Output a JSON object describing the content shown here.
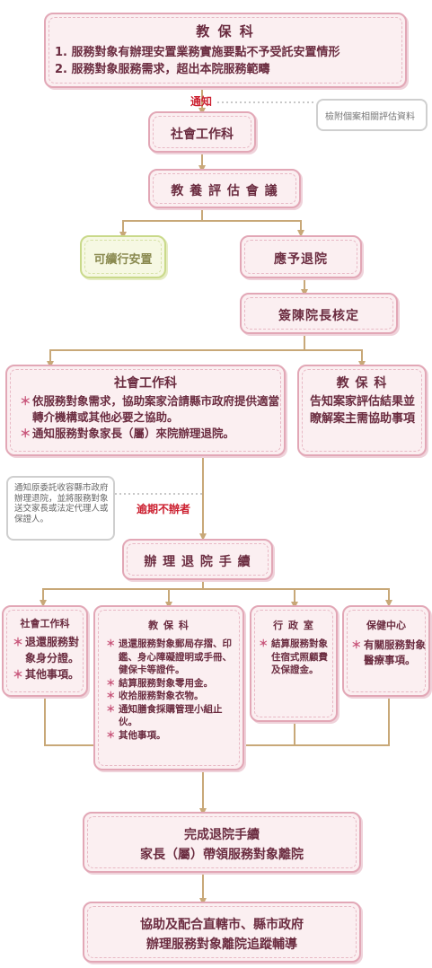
{
  "top": {
    "title": "教 保 科",
    "items": [
      "1. 服務對象有辦理安置業務實施要點不予受託安置情形",
      "2. 服務對象服務需求，超出本院服務範疇"
    ]
  },
  "notify_label": "通知",
  "attach_note": "檢附個案相關評估資料",
  "social_work_1": "社會工作科",
  "meeting": "教 養 評 估 會 議",
  "continue_placement": "可續行安置",
  "should_discharge": "應予退院",
  "director_approval": "簽陳院長核定",
  "social_work_2": {
    "title": "社會工作科",
    "items": [
      "依服務對象需求，協助案家洽請縣市政府提供適當轉介機構或其他必要之協助。",
      "通知服務對象家長（屬）來院辦理退院。"
    ]
  },
  "education_1": {
    "title": "教 保 科",
    "body": "告知案家評估結果並瞭解案主需協助事項"
  },
  "left_note": "通知原委託收容縣市政府辦理退院，並將服務對象送交家長或法定代理人或保證人。",
  "overdue_label": "逾期不辦者",
  "procedures": "辦 理 退 院 手 續",
  "branch_social": {
    "title": "社會工作科",
    "items": [
      "退還服務對象身分證。",
      "其他事項。"
    ]
  },
  "branch_education": {
    "title": "教 保 科",
    "items": [
      "退還服務對象郵局存摺、印鑑、身心障礙證明或手冊、健保卡等證件。",
      "結算服務對象零用金。",
      "收拾服務對象衣物。",
      "通知膳食採購管理小組止伙。",
      "其他事項。"
    ]
  },
  "branch_admin": {
    "title": "行 政 室",
    "items": [
      "結算服務對象住宿式照顧費及保證金。"
    ]
  },
  "branch_health": {
    "title": "保健中心",
    "items": [
      "有關服務對象醫療事項。"
    ]
  },
  "complete": {
    "line1": "完成退院手續",
    "line2": "家長（屬）帶領服務對象離院"
  },
  "followup": {
    "line1": "協助及配合直轄市、縣市政府",
    "line2": "辦理服務對象離院追蹤輔導"
  },
  "colors": {
    "line": "#c8a878",
    "box_border": "#e2a7b6",
    "box_fill": "#fbeff1",
    "accent_red": "#cc2030",
    "green_border": "#c9d98a",
    "green_fill": "#f6f8e3"
  }
}
